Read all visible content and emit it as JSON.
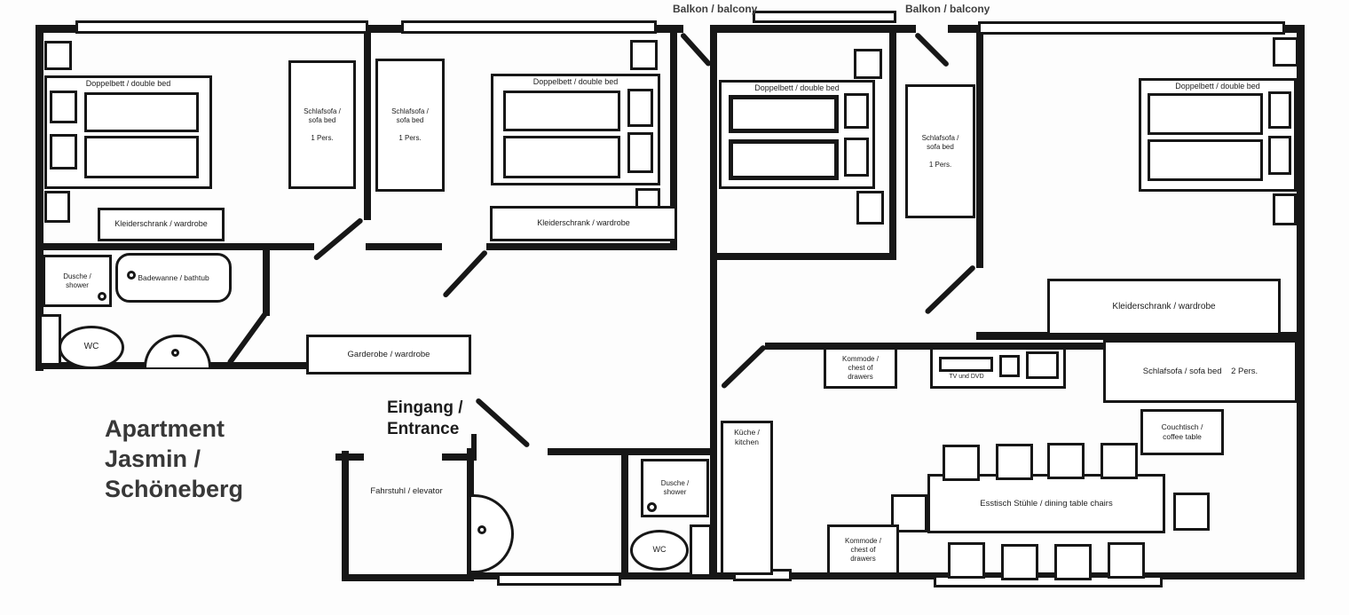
{
  "title": "Apartment\nJasmin /\nSchöneberg",
  "balconies": {
    "left": "Balkon / balcony",
    "right": "Balkon / balcony"
  },
  "entrance": {
    "label": "Eingang /\nEntrance"
  },
  "bedroom1": {
    "bed": "Doppelbett / double bed",
    "wardrobe": "Kleiderschrank / wardrobe",
    "sofa": "Schlafsofa /\nsofa bed\n\n1 Pers."
  },
  "bedroom2": {
    "bed": "Doppelbett / double bed",
    "wardrobe": "Kleiderschrank / wardrobe",
    "sofa": "Schlafsofa /\nsofa bed\n\n1 Pers."
  },
  "bedroom3": {
    "bed": "Doppelbett / double bed",
    "sofa": "Schlafsofa /\nsofa bed\n\n1 Pers."
  },
  "bedroom4": {
    "bed": "Doppelbett / double bed",
    "wardrobe": "Kleiderschrank / wardrobe"
  },
  "bathroom1": {
    "shower": "Dusche /\nshower",
    "bathtub": "Badewanne / bathtub",
    "wc": "WC"
  },
  "bathroom2": {
    "shower": "Dusche /\nshower",
    "wc": "WC"
  },
  "kitchen": {
    "label": "Küche /\nkitchen"
  },
  "hall": {
    "garderobe": "Garderobe / wardrobe",
    "elevator": "Fahrstuhl / elevator"
  },
  "living": {
    "sofa": "Schlafsofa / sofa bed    2 Pers.",
    "coffee_table": "Couchtisch /\ncoffee table",
    "dining_table": "Esstisch Stühle / dining table chairs",
    "tv": "TV und DVD",
    "dresser1": "Kommode /\nchest of\ndrawers",
    "dresser2": "Kommode /\nchest of\ndrawers"
  }
}
